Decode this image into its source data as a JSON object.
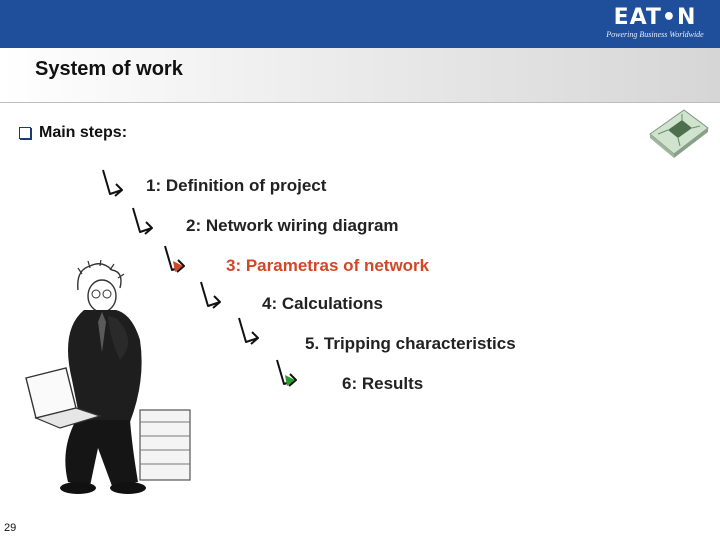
{
  "header": {
    "brand": "EAT•N",
    "tagline": "Powering Business Worldwide",
    "brand_color": "#1f4f9a"
  },
  "title": "System of work",
  "bullet": "Main steps:",
  "steps": [
    "1: Definition of project",
    "2: Network wiring diagram",
    "3: Parametras of network",
    "4: Calculations",
    "5. Tripping characteristics",
    "6: Results"
  ],
  "highlight_color": "#d24726",
  "final_arrow_color": "#2a9a2a",
  "icons": [
    "checkbox-bullet-icon",
    "step-arrow-icon",
    "circuit-chip-icon",
    "thinking-man-with-laptop"
  ],
  "page_number": "29"
}
